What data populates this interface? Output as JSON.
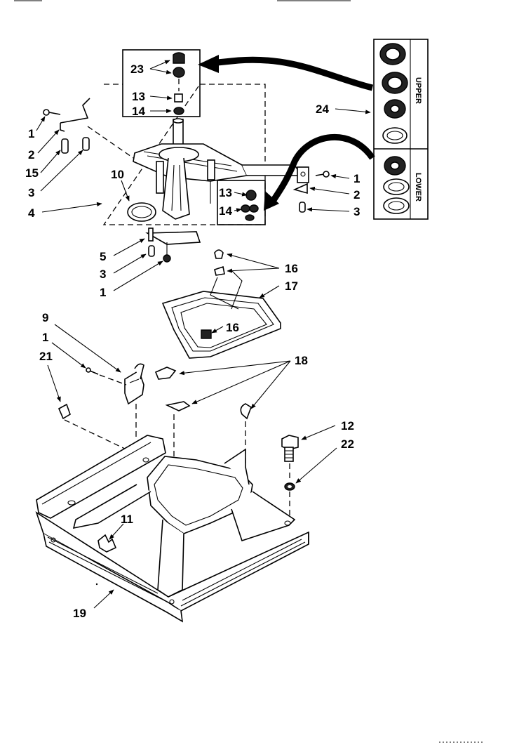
{
  "diagram": {
    "callouts": {
      "c23": "23",
      "c13a": "13",
      "c14a": "14",
      "c24": "24",
      "c1a": "1",
      "c2a": "2",
      "c15": "15",
      "c3a": "3",
      "c4": "4",
      "c10": "10",
      "c13b": "13",
      "c14b": "14",
      "c1b": "1",
      "c2b": "2",
      "c3b": "3",
      "c5": "5",
      "c3c": "3",
      "c1c": "1",
      "c16a": "16",
      "c17": "17",
      "c16b": "16",
      "c9": "9",
      "c1d": "1",
      "c21": "21",
      "c18": "18",
      "c12": "12",
      "c22": "22",
      "c11": "11",
      "c19": "19"
    },
    "side_labels": {
      "upper": "UPPER",
      "lower": "LOWER"
    }
  }
}
